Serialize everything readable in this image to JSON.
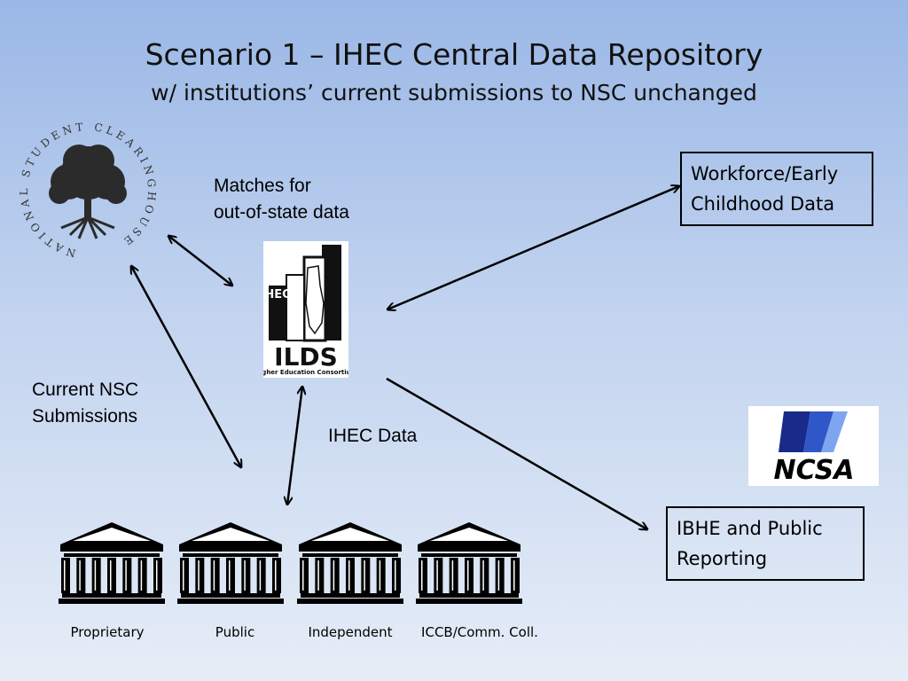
{
  "title": "Scenario 1 – IHEC  Central Data Repository",
  "subtitle": "w/ institutions’ current submissions to NSC unchanged",
  "labels": {
    "matches_line1": "Matches for",
    "matches_line2": "out-of-state data",
    "nsc_line1": "Current NSC",
    "nsc_line2": "Submissions",
    "ihec_data": "IHEC Data"
  },
  "boxes": {
    "workforce_line1": "Workforce/Early",
    "workforce_line2": "Childhood Data",
    "ibhe_line1": "IBHE and Public",
    "ibhe_line2": "Reporting"
  },
  "nsc_logo": {
    "ring_text": "NATIONAL STUDENT CLEARINGHOUSE"
  },
  "ilds_logo": {
    "hec": "HEC",
    "ilds": "ILDS",
    "caption": "Higher Education Consortium"
  },
  "ncsa_logo": {
    "text": "NCSA"
  },
  "institutions": [
    {
      "label": "Proprietary"
    },
    {
      "label": "Public"
    },
    {
      "label": "Independent"
    },
    {
      "label": "ICCB/Comm. Coll."
    }
  ]
}
